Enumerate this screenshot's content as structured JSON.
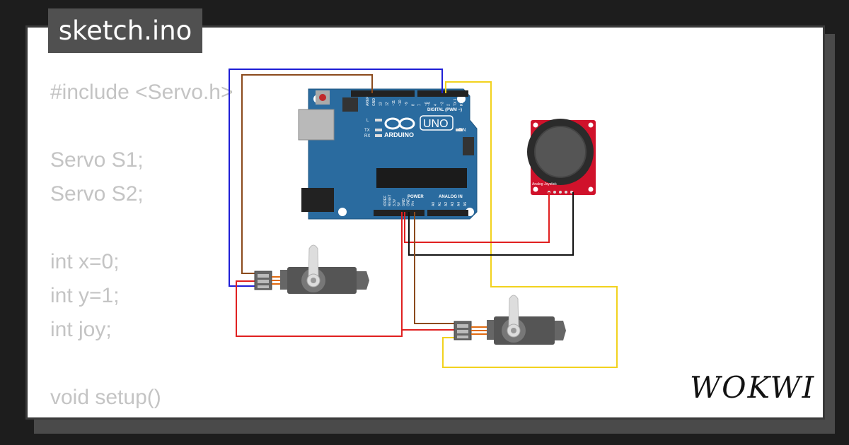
{
  "file_tab": {
    "label": "sketch.ino"
  },
  "code_lines": [
    "#include <Servo.h>",
    "",
    "Servo S1;",
    "Servo S2;",
    "",
    "int x=0;",
    "int y=1;",
    "int joy;",
    "",
    "void setup()",
    "{"
  ],
  "board": {
    "brand": "ARDUINO",
    "model": "UNO",
    "digital_label": "DIGITAL (PWM ~)",
    "power_label": "POWER",
    "analog_label": "ANALOG IN",
    "on_label": "ON",
    "led_l": "L",
    "led_tx": "TX",
    "led_rx": "RX",
    "top_pins": [
      "AREF",
      "GND",
      "13",
      "12",
      "~11",
      "~10",
      "~9",
      "8",
      "7",
      "~6",
      "~5",
      "4",
      "~3",
      "2",
      "TX 1",
      "RX 0"
    ],
    "power_pins": [
      "IOREF",
      "RESET",
      "3.3V",
      "5V",
      "GND",
      "GND",
      "Vin"
    ],
    "analog_pins": [
      "A0",
      "A1",
      "A2",
      "A3",
      "A4",
      "A5"
    ]
  },
  "joystick": {
    "label": "Analog Joystick"
  },
  "logo": {
    "text": "WOKWI"
  },
  "colors": {
    "board": "#2a6b9f",
    "wire_blue": "#1f1fd6",
    "wire_brown": "#8b4a1c",
    "wire_yellow": "#f2d21e",
    "wire_red": "#e02020",
    "wire_black": "#111111"
  }
}
